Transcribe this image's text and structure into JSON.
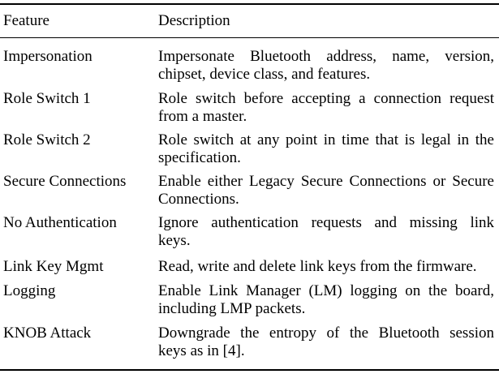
{
  "table": {
    "headers": {
      "feature": "Feature",
      "description": "Description"
    },
    "rows": [
      {
        "feature": "Impersonation",
        "description_lines": [
          "Impersonate Bluetooth address, name, version,",
          "chipset, device class, and features."
        ]
      },
      {
        "feature": "Role Switch 1",
        "description_lines": [
          "Role switch before accepting a connection request",
          "from a master."
        ]
      },
      {
        "feature": "Role Switch 2",
        "description_lines": [
          "Role switch at any point in time that is legal in the",
          "specification."
        ]
      },
      {
        "feature": "Secure Connections",
        "description_lines": [
          "Enable either Legacy Secure Connections or Secure",
          "Connections."
        ]
      },
      {
        "feature": "No Authentication",
        "description_lines": [
          "Ignore authentication requests and missing link",
          "keys."
        ]
      },
      {
        "feature": "Link Key Mgmt",
        "description_lines": [
          "Read, write and delete link keys from the firmware."
        ]
      },
      {
        "feature": "Logging",
        "description_lines": [
          "Enable Link Manager (LM) logging on the board,",
          "including LMP packets."
        ]
      },
      {
        "feature": "KNOB Attack",
        "description_lines": [
          "Downgrade the entropy of the Bluetooth session",
          "keys as in [4]."
        ]
      }
    ]
  }
}
